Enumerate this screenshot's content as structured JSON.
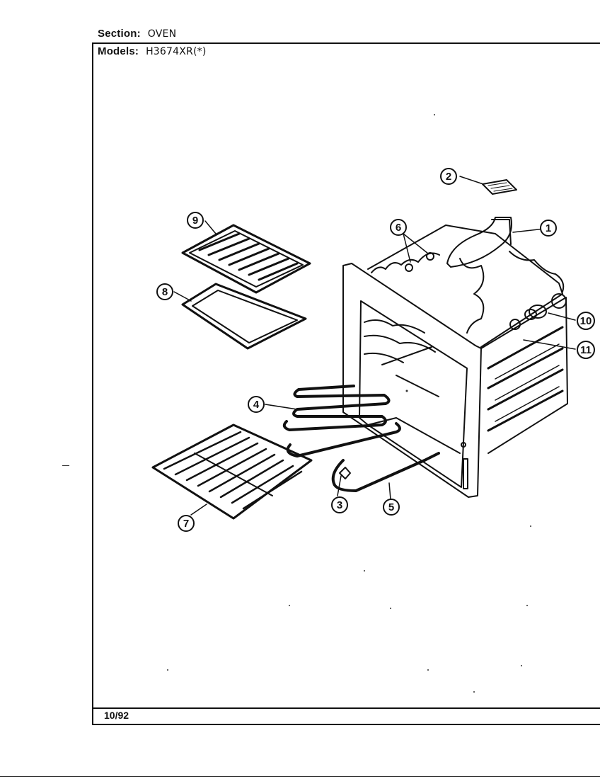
{
  "header": {
    "section_label": "Section:",
    "section_value": "OVEN",
    "models_label": "Models:",
    "models_value": "H3674XR(*)"
  },
  "footer": {
    "date": "10/92"
  },
  "callouts": [
    {
      "number": "1",
      "part": "oven-vent-duct"
    },
    {
      "number": "2",
      "part": "vent-grille"
    },
    {
      "number": "3",
      "part": "bake-element-bracket"
    },
    {
      "number": "4",
      "part": "broil-element"
    },
    {
      "number": "5",
      "part": "bake-element"
    },
    {
      "number": "6",
      "part": "screws"
    },
    {
      "number": "7",
      "part": "oven-rack"
    },
    {
      "number": "8",
      "part": "broiler-pan"
    },
    {
      "number": "9",
      "part": "broiler-pan-insert"
    },
    {
      "number": "10",
      "part": "lamp-receptacle"
    },
    {
      "number": "11",
      "part": "lamp-bulb"
    }
  ]
}
